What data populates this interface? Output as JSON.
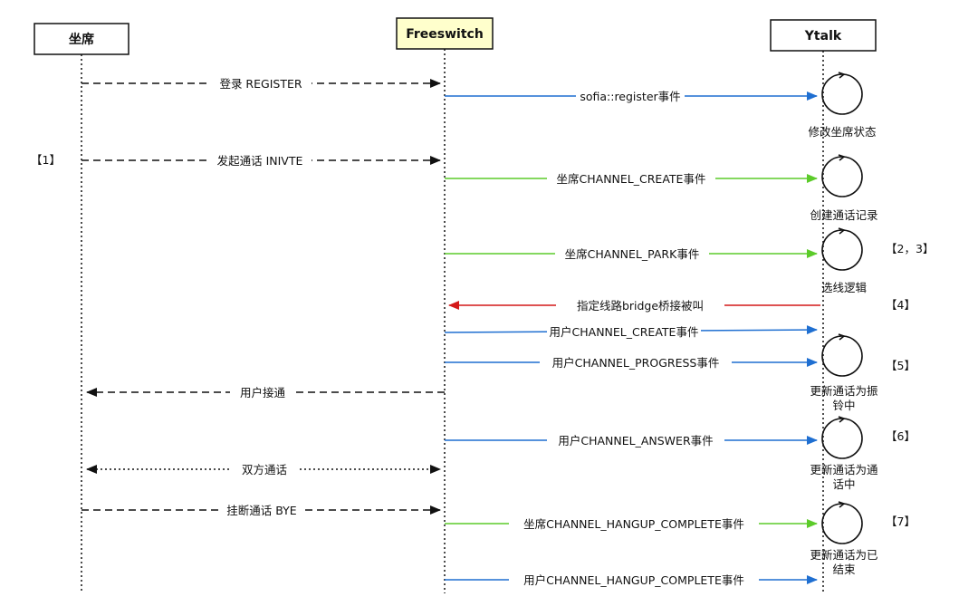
{
  "participants": {
    "agent": "坐席",
    "freeswitch": "Freeswitch",
    "ytalk": "Ytalk"
  },
  "colors": {
    "black": "#111111",
    "blue": "#1f6fd1",
    "green": "#5ccb2a",
    "red": "#d41919",
    "freeswitch_fill": "#ffffcc"
  },
  "messages": {
    "register": "登录 REGISTER",
    "sofia_register": "sofia::register事件",
    "invite": "发起通话 INIVTE",
    "agent_create": "坐席CHANNEL_CREATE事件",
    "agent_park": "坐席CHANNEL_PARK事件",
    "bridge": "指定线路bridge桥接被叫",
    "user_create": "用户CHANNEL_CREATE事件",
    "user_progress": "用户CHANNEL_PROGRESS事件",
    "user_connect": "用户接通",
    "user_answer": "用户CHANNEL_ANSWER事件",
    "two_way_call": "双方通话",
    "hangup": "挂断通话 BYE",
    "agent_hangup": "坐席CHANNEL_HANGUP_COMPLETE事件",
    "user_hangup": "用户CHANNEL_HANGUP_COMPLETE事件"
  },
  "activations": {
    "a1": "修改坐席状态",
    "a2": "创建通话记录",
    "a3": "选线逻辑",
    "a4_l1": "更新通话为振",
    "a4_l2": "铃中",
    "a5_l1": "更新通话为通",
    "a5_l2": "话中",
    "a6_l1": "更新通话为已",
    "a6_l2": "结束"
  },
  "notes": {
    "n1": "【1】",
    "n23": "【2，3】",
    "n4": "【4】",
    "n5": "【5】",
    "n6": "【6】",
    "n7": "【7】"
  }
}
